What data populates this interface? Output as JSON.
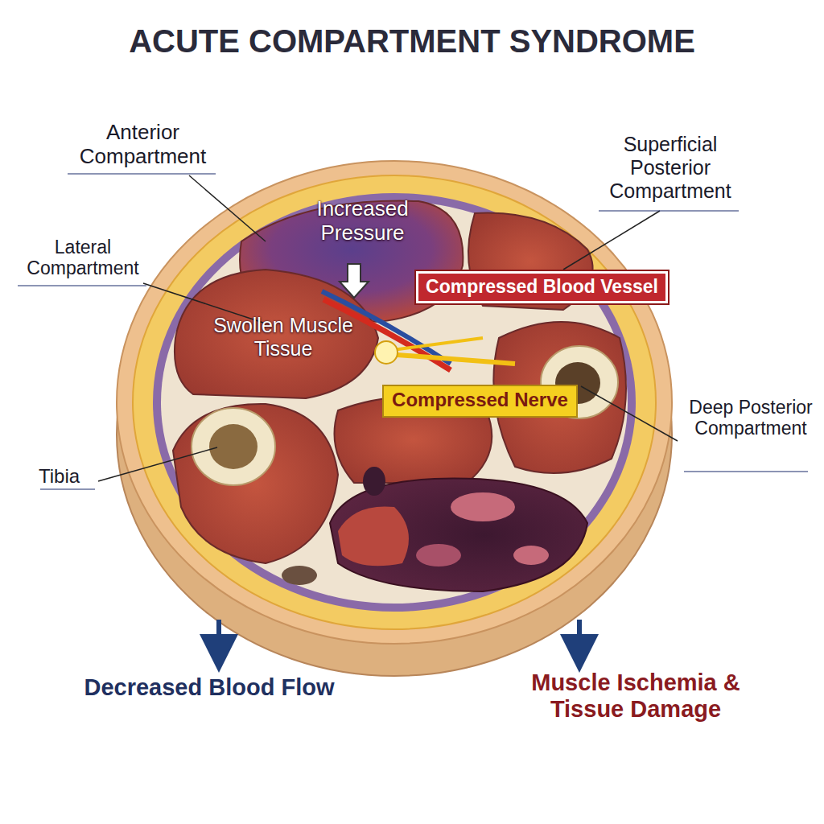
{
  "diagram": {
    "title": "ACUTE COMPARTMENT SYNDROME",
    "nodes": [
      {
        "text": [
          "Compressed Blood Vessel"
        ]
      },
      {
        "text": [
          "Compressed Nerve"
        ]
      }
    ],
    "labels": [
      "Anterior Compartment",
      "Superficial Posterior Compartment",
      "Lateral Compartment",
      "Increased Pressure",
      "Swollen Muscle Tissue",
      "Tibia",
      "Deep Posterior Compartment",
      "Decreased Blood Flow",
      "Muscle Ischemia & Tissue Damage"
    ]
  }
}
